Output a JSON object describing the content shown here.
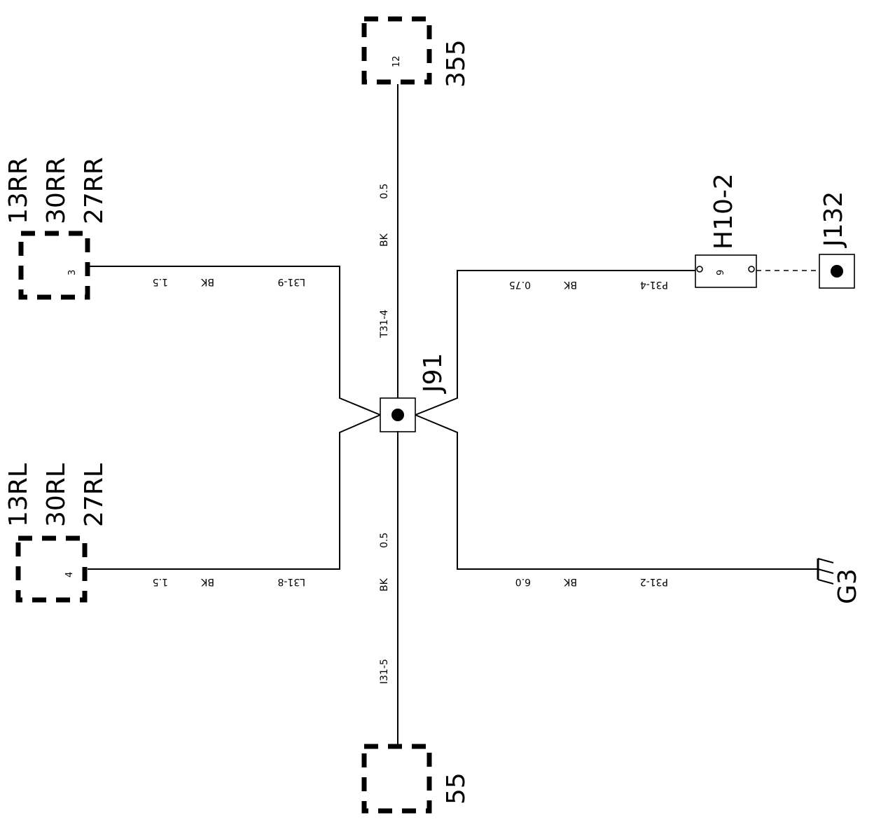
{
  "connectors": {
    "top": {
      "label": "355",
      "pin": "12"
    },
    "bottom": {
      "label": "55"
    },
    "rear_right": {
      "labels": [
        "13RR",
        "30RR",
        "27RR"
      ],
      "pin": "3"
    },
    "rear_left": {
      "labels": [
        "13RL",
        "30RL",
        "27RL"
      ],
      "pin": "4"
    },
    "h10": {
      "label": "H10-2",
      "pin": "9"
    },
    "j132": {
      "label": "J132"
    }
  },
  "splice": {
    "label": "J91"
  },
  "ground": {
    "label": "G3"
  },
  "wires": {
    "top": {
      "gauge": "0.5",
      "color": "BK",
      "circuit": "T31-4"
    },
    "bottom": {
      "gauge": "0.5",
      "color": "BK",
      "circuit": "I31-5"
    },
    "rear_right": {
      "gauge": "1.5",
      "color": "BK",
      "circuit": "L31-9"
    },
    "rear_left": {
      "gauge": "1.5",
      "color": "BK",
      "circuit": "L31-8"
    },
    "h10": {
      "gauge": "0.75",
      "color": "BK",
      "circuit": "P31-4"
    },
    "ground": {
      "gauge": "6.0",
      "color": "BK",
      "circuit": "P31-2"
    }
  }
}
